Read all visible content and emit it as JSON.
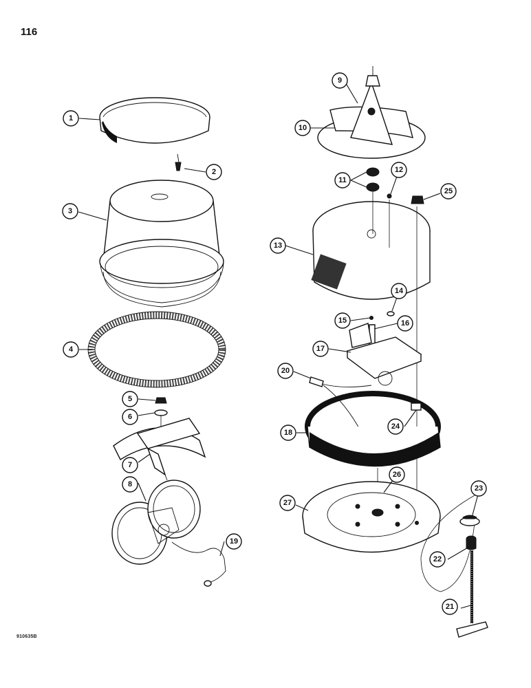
{
  "page": {
    "number": "116",
    "figure_code": "910635B"
  },
  "callouts": [
    {
      "label": "1"
    },
    {
      "label": "2"
    },
    {
      "label": "3"
    },
    {
      "label": "4"
    },
    {
      "label": "5"
    },
    {
      "label": "6"
    },
    {
      "label": "7"
    },
    {
      "label": "8"
    },
    {
      "label": "9"
    },
    {
      "label": "10"
    },
    {
      "label": "11"
    },
    {
      "label": "12"
    },
    {
      "label": "13"
    },
    {
      "label": "14"
    },
    {
      "label": "15"
    },
    {
      "label": "16"
    },
    {
      "label": "17"
    },
    {
      "label": "18"
    },
    {
      "label": "19"
    },
    {
      "label": "20"
    },
    {
      "label": "21"
    },
    {
      "label": "22"
    },
    {
      "label": "23"
    },
    {
      "label": "24"
    },
    {
      "label": "25"
    },
    {
      "label": "26"
    },
    {
      "label": "27"
    }
  ]
}
